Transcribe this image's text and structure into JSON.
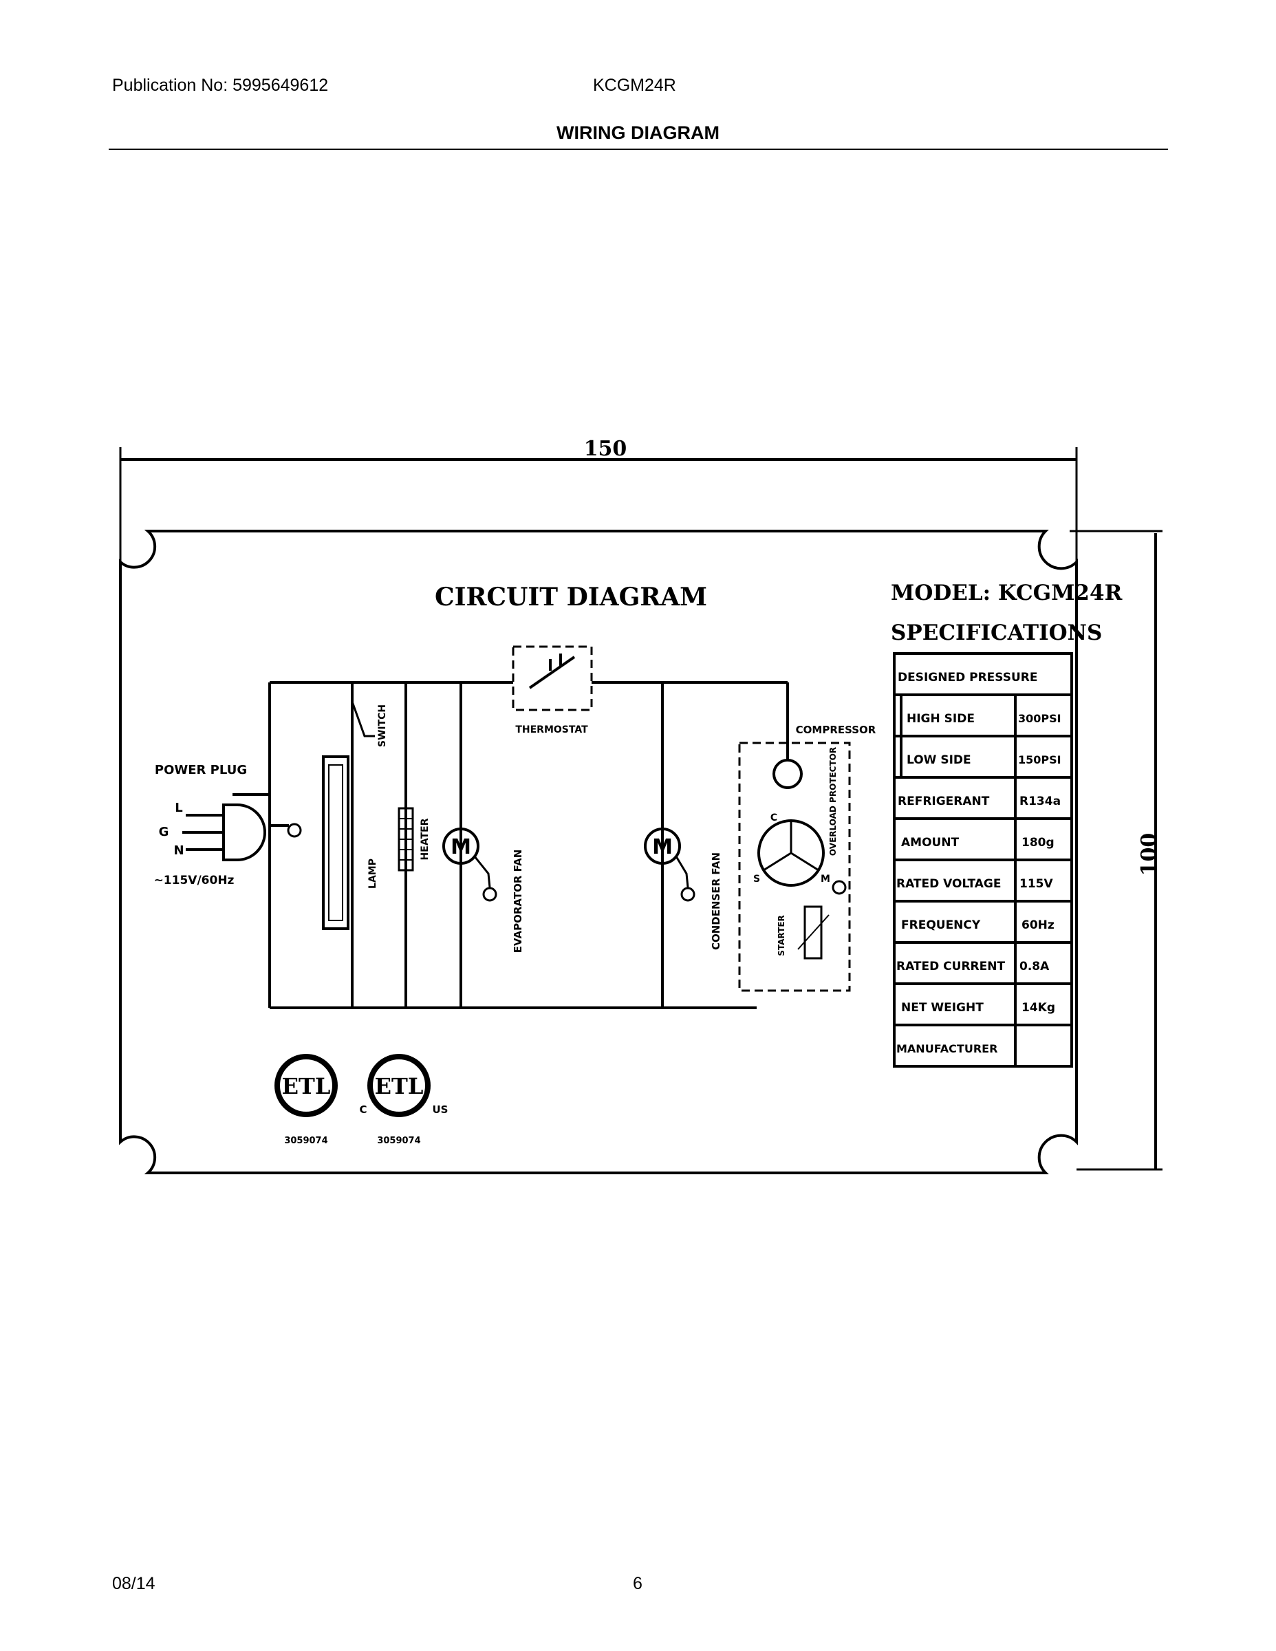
{
  "header": {
    "publication": "Publication No: 5995649612",
    "model": "KCGM24R",
    "title": "WIRING DIAGRAM"
  },
  "footer": {
    "date": "08/14",
    "page": "6"
  },
  "diagram": {
    "dim_width": "150",
    "dim_height": "100",
    "circuit_title": "CIRCUIT DIAGRAM",
    "model_label": "MODEL: KCGM24R",
    "specs_title": "SPECIFICATIONS",
    "labels": {
      "power_plug": "POWER PLUG",
      "l": "L",
      "g": "G",
      "n": "N",
      "voltage": "~115V/60Hz",
      "thermostat": "THERMOSTAT",
      "compressor": "COMPRESSOR",
      "switch": "SWITCH",
      "heater": "HEATER",
      "evaporator_fan": "EVAPORATOR FAN",
      "condenser_fan": "CONDENSER FAN",
      "overload_protector": "OVERLOAD PROTECTOR",
      "starter": "STARTER",
      "lamp": "LAMP",
      "c": "C",
      "s": "S",
      "m": "M",
      "motor_m": "M",
      "cert1_mark": "ETL",
      "cert1_code": "3059074",
      "cert2_mark": "ETL",
      "cert2_c": "C",
      "cert2_us": "US",
      "cert2_code": "3059074"
    },
    "spec_rows": [
      {
        "label": "DESIGNED PRESSURE",
        "value": ""
      },
      {
        "label": "HIGH SIDE",
        "value": "300PSI"
      },
      {
        "label": "LOW SIDE",
        "value": "150PSI"
      },
      {
        "label": "REFRIGERANT",
        "value": "R134a"
      },
      {
        "label": "AMOUNT",
        "value": "180g"
      },
      {
        "label": "RATED VOLTAGE",
        "value": "115V"
      },
      {
        "label": "FREQUENCY",
        "value": "60Hz"
      },
      {
        "label": "RATED CURRENT",
        "value": "0.8A"
      },
      {
        "label": "NET WEIGHT",
        "value": "14Kg"
      },
      {
        "label": "MANUFACTURER",
        "value": ""
      }
    ]
  }
}
